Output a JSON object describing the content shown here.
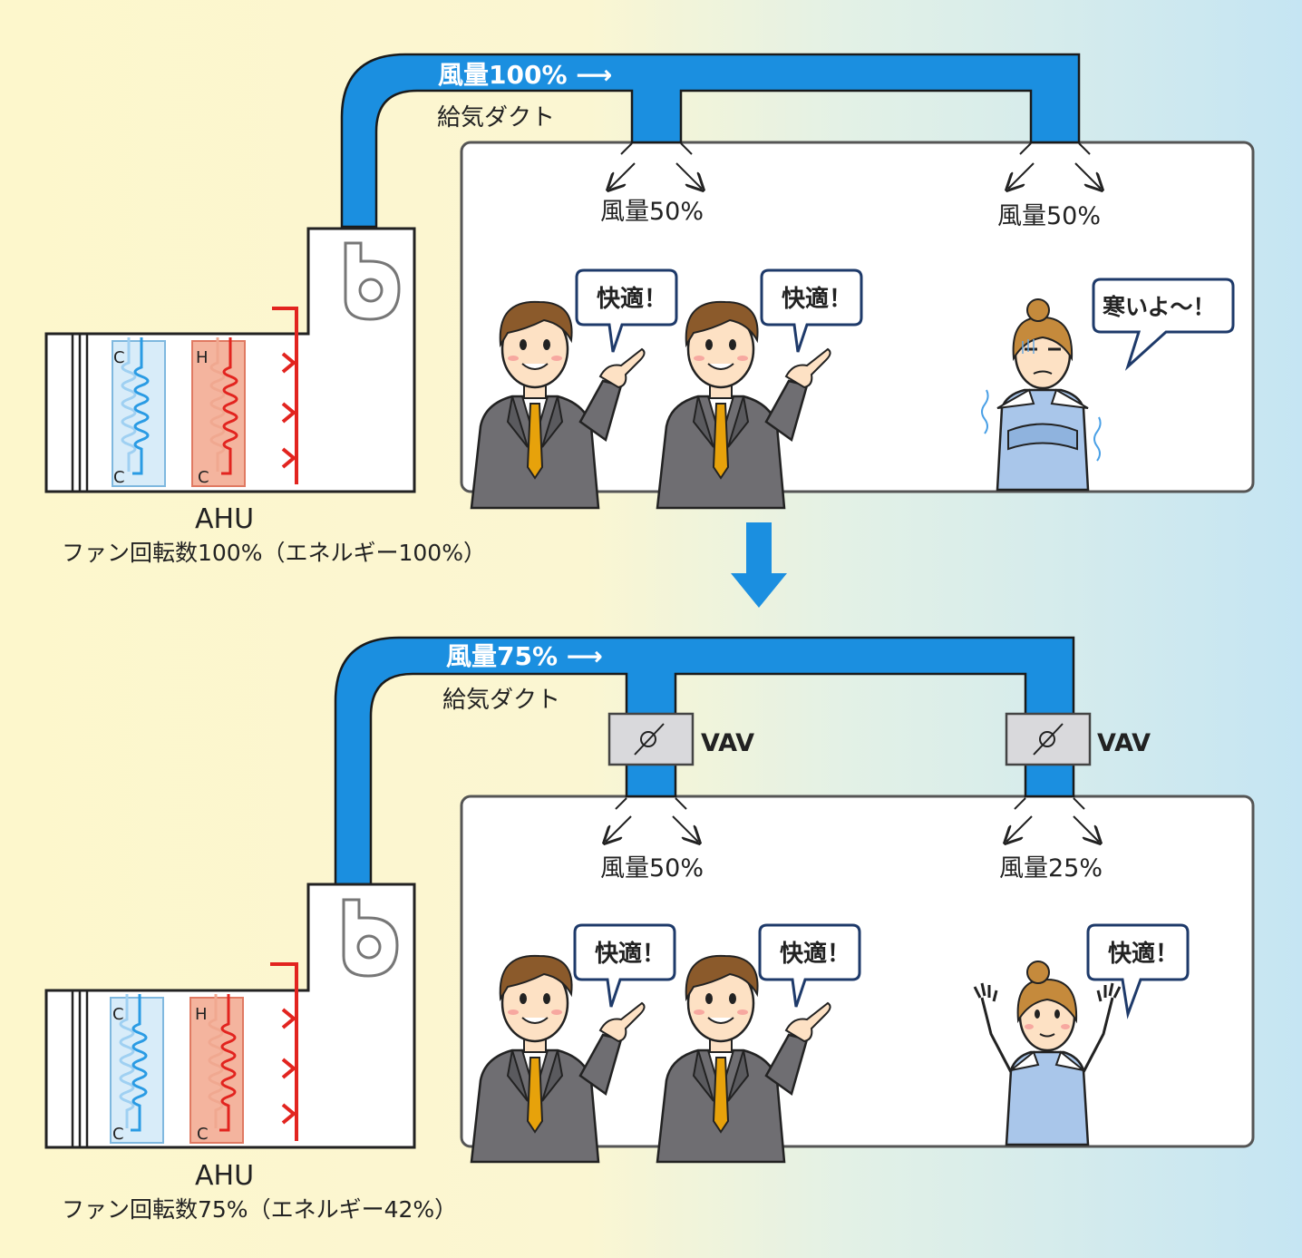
{
  "colors": {
    "duct": "#1b8fe0",
    "duct_label": "#ffffff",
    "cool_coil": "#2a9be4",
    "cool_coil_light": "#9fd0f2",
    "heat_coil": "#e2241f",
    "heat_coil_light": "#f0a890",
    "arrow_down": "#1b8fe0",
    "suit": "#6f6e72",
    "tie": "#e7a20b",
    "hair_brown": "#8b5a2b",
    "uniform_blue": "#a9c6ea"
  },
  "top": {
    "duct_flow_label": "風量100% ⟶",
    "duct_name": "給気ダクト",
    "outlet_left": "風量50%",
    "outlet_right": "風量50%",
    "bubble_1": "快適！",
    "bubble_2": "快適！",
    "bubble_3": "寒いよ～！",
    "ahu_label": "AHU",
    "ahu_caption": "ファン回転数100%（エネルギー100%）",
    "coil_cool_top": "C",
    "coil_cool_bottom": "C",
    "coil_heat_top": "H",
    "coil_heat_bottom": "C"
  },
  "bottom": {
    "duct_flow_label": "風量75% ⟶",
    "duct_name": "給気ダクト",
    "vav_left": "VAV",
    "vav_right": "VAV",
    "outlet_left": "風量50%",
    "outlet_right": "風量25%",
    "bubble_1": "快適！",
    "bubble_2": "快適！",
    "bubble_3": "快適！",
    "ahu_label": "AHU",
    "ahu_caption": "ファン回転数75%（エネルギー42%）",
    "coil_cool_top": "C",
    "coil_cool_bottom": "C",
    "coil_heat_top": "H",
    "coil_heat_bottom": "C"
  },
  "icons": {
    "fan": "fan-icon",
    "damper": "damper-icon",
    "transition_arrow": "down-arrow-icon"
  }
}
